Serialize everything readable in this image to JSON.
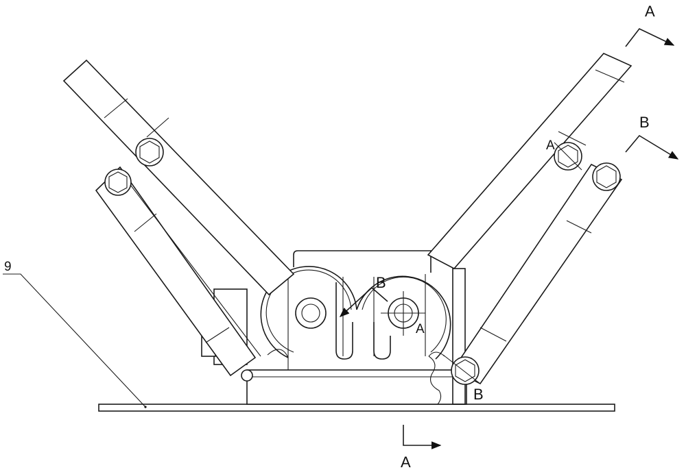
{
  "labels": {
    "part_number": "9",
    "section_a_top": "A",
    "section_b_right": "B",
    "section_a_near_bolt": "A",
    "section_b_center": "B",
    "section_a_center": "A",
    "section_b_lower": "B",
    "section_a_bottom": "A"
  }
}
